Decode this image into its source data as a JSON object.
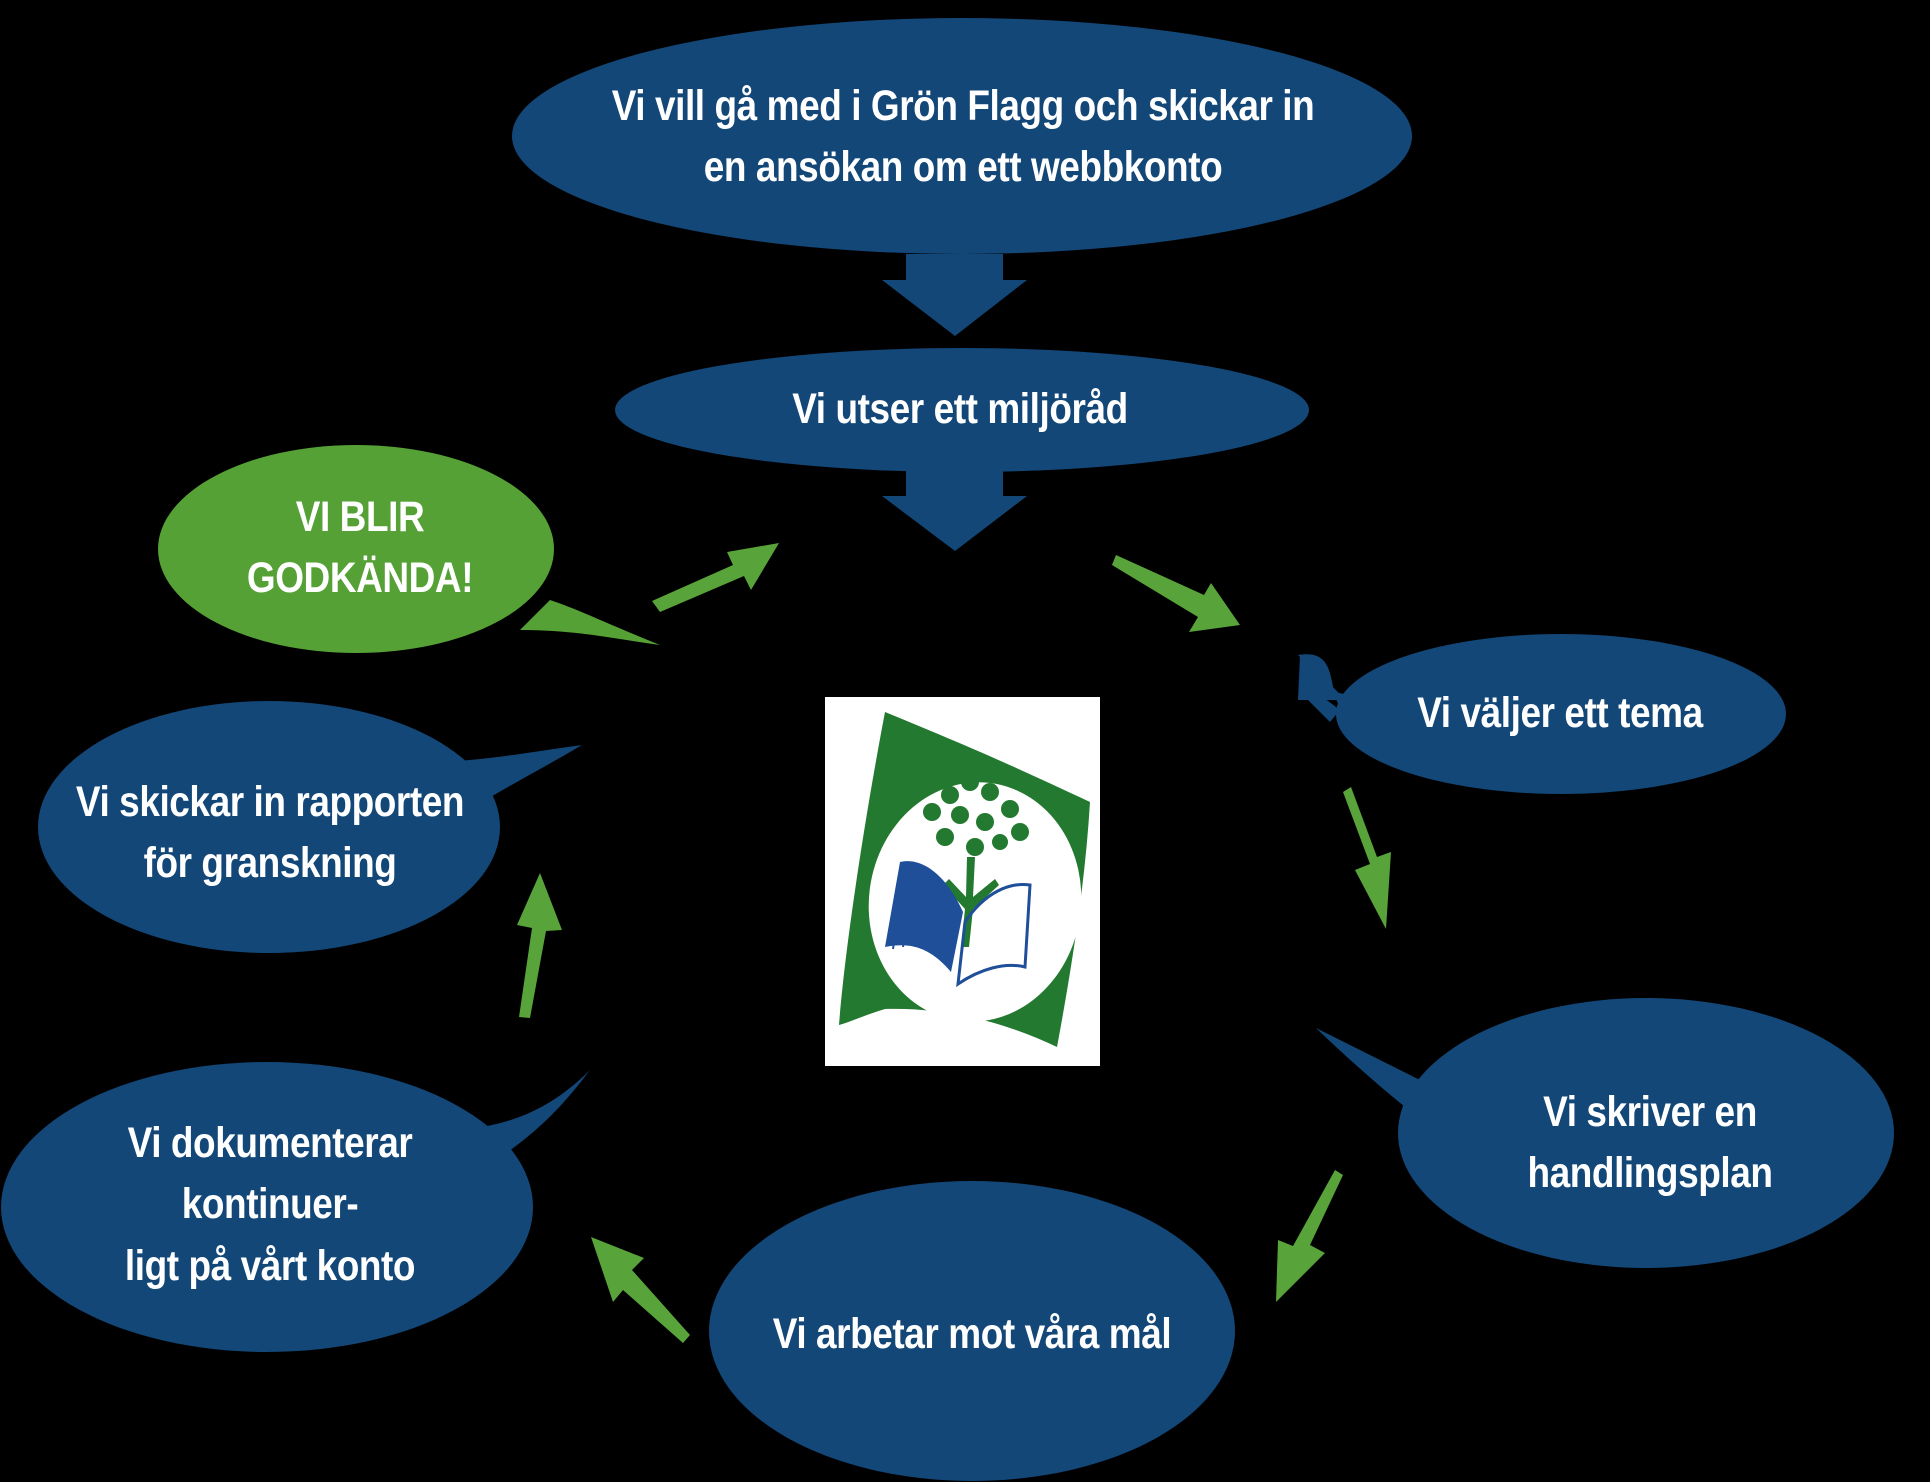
{
  "colors": {
    "background": "#000000",
    "bubble_blue": "#124778",
    "bubble_green": "#55a135",
    "arrow_blue": "#124778",
    "arrow_green": "#59a43a",
    "text": "#ffffff",
    "logo_green": "#22792f",
    "logo_blue": "#1f4f98"
  },
  "steps": {
    "apply": "Vi vill gå med i Grön Flagg och skickar in\nen ansökan om ett webbkonto",
    "council": "Vi utser ett miljöråd",
    "theme": "Vi väljer ett tema",
    "plan": "Vi skriver en handlingsplan",
    "work": "Vi arbetar mot våra mål",
    "document": "Vi dokumenterar kontinuer-\nligt på vårt konto",
    "report": "Vi skickar in rapporten\nför granskning",
    "approved": "VI BLIR GODKÄNDA!"
  },
  "logo": {
    "icon": "green-flag-logo-icon"
  }
}
